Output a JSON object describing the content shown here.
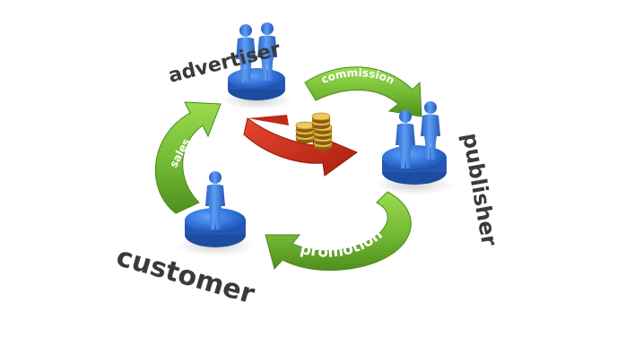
{
  "diagram": {
    "roles": {
      "advertiser": "advertiser",
      "publisher": "publisher",
      "customer": "customer"
    },
    "flows": {
      "commission": "commission",
      "promotion": "promotion",
      "sales": "sales"
    },
    "colors": {
      "arrow_green": "#7dc33a",
      "arrow_green_dark": "#4f8f1c",
      "arrow_red": "#d6301c",
      "platform_blue": "#2f6fd6",
      "figure_blue": "#3f86e0",
      "coin_gold": "#d9a531",
      "label_gray": "#3a3a3a"
    },
    "icons": [
      "person-figure-icon",
      "coin-stack-icon"
    ]
  }
}
